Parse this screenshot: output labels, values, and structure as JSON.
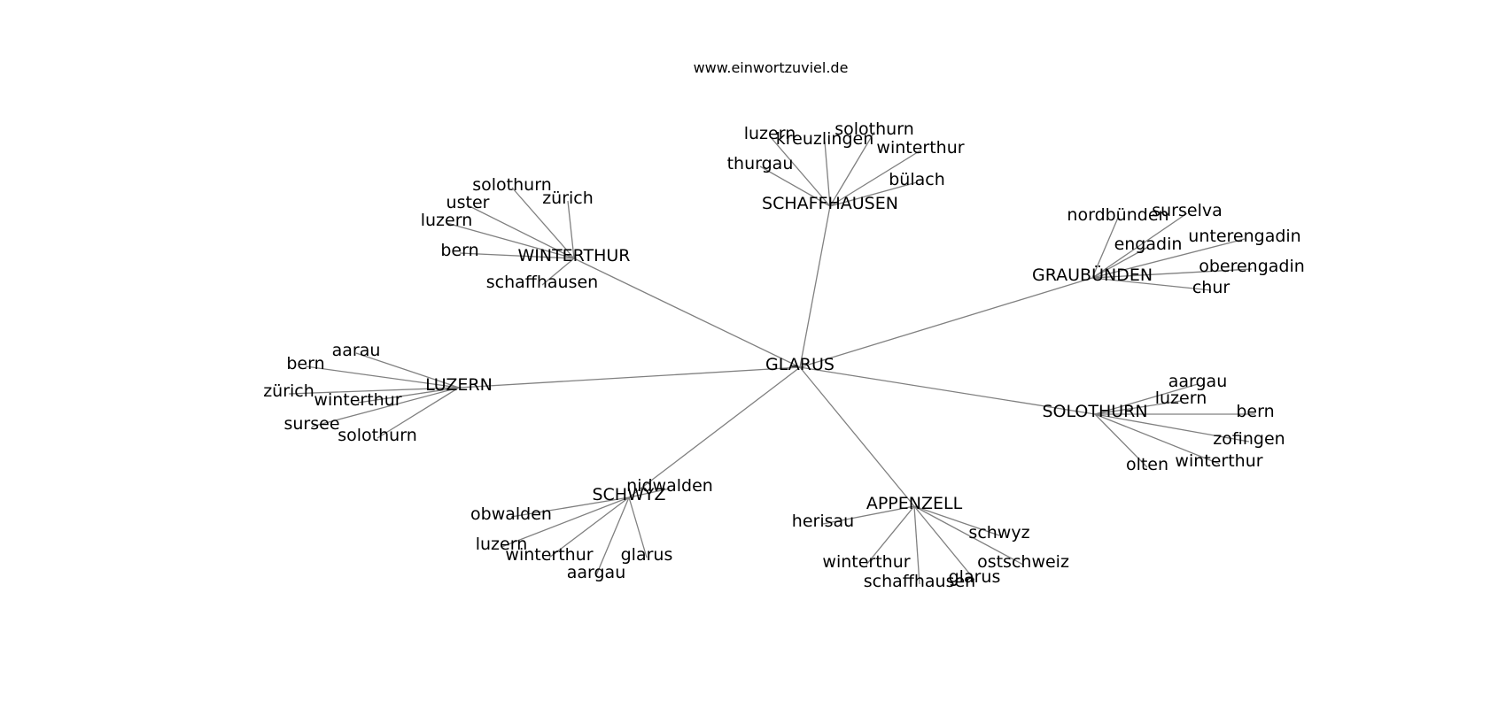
{
  "source_url": "www.einwortzuviel.de",
  "center": "GLARUS",
  "clusters": [
    {
      "hub": "SCHAFFHAUSEN",
      "leaves": [
        "luzern",
        "kreuzlingen",
        "solothurn",
        "winterthur",
        "thurgau",
        "bülach"
      ]
    },
    {
      "hub": "WINTERTHUR",
      "leaves": [
        "solothurn",
        "zürich",
        "uster",
        "luzern",
        "bern",
        "schaffhausen"
      ]
    },
    {
      "hub": "GRAUBÜNDEN",
      "leaves": [
        "nordbünden",
        "surselva",
        "unterengadin",
        "engadin",
        "oberengadin",
        "chur"
      ]
    },
    {
      "hub": "LUZERN",
      "leaves": [
        "aarau",
        "bern",
        "zürich",
        "winterthur",
        "sursee",
        "solothurn"
      ]
    },
    {
      "hub": "SOLOTHURN",
      "leaves": [
        "aargau",
        "luzern",
        "bern",
        "zofingen",
        "olten",
        "winterthur"
      ]
    },
    {
      "hub": "SCHWYZ",
      "leaves": [
        "nidwalden",
        "obwalden",
        "luzern",
        "winterthur",
        "glarus",
        "aargau"
      ]
    },
    {
      "hub": "APPENZELL",
      "leaves": [
        "herisau",
        "schwyz",
        "winterthur",
        "ostschweiz",
        "glarus",
        "schaffhausen"
      ]
    }
  ]
}
